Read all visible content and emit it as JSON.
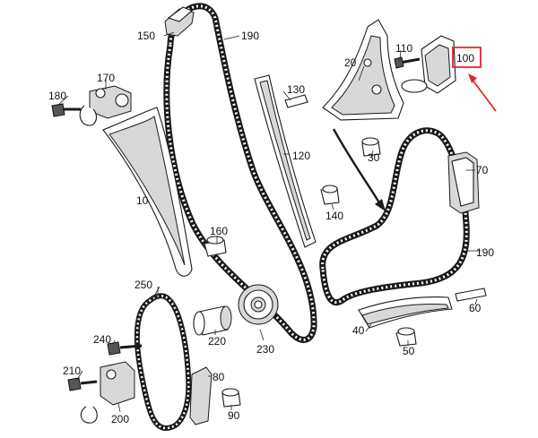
{
  "diagram": {
    "highlight_color": "#e8262b",
    "highlighted_part": "100"
  },
  "labels": {
    "p10": "10",
    "p20": "20",
    "p30": "30",
    "p40": "40",
    "p50": "50",
    "p60": "60",
    "p70": "70",
    "p80": "80",
    "p90": "90",
    "p100": "100",
    "p110": "110",
    "p120": "120",
    "p130": "130",
    "p140": "140",
    "p150": "150",
    "p160": "160",
    "p170": "170",
    "p180": "180",
    "p190a": "190",
    "p190b": "190",
    "p200": "200",
    "p210": "210",
    "p220": "220",
    "p230": "230",
    "p240": "240",
    "p250": "250"
  }
}
